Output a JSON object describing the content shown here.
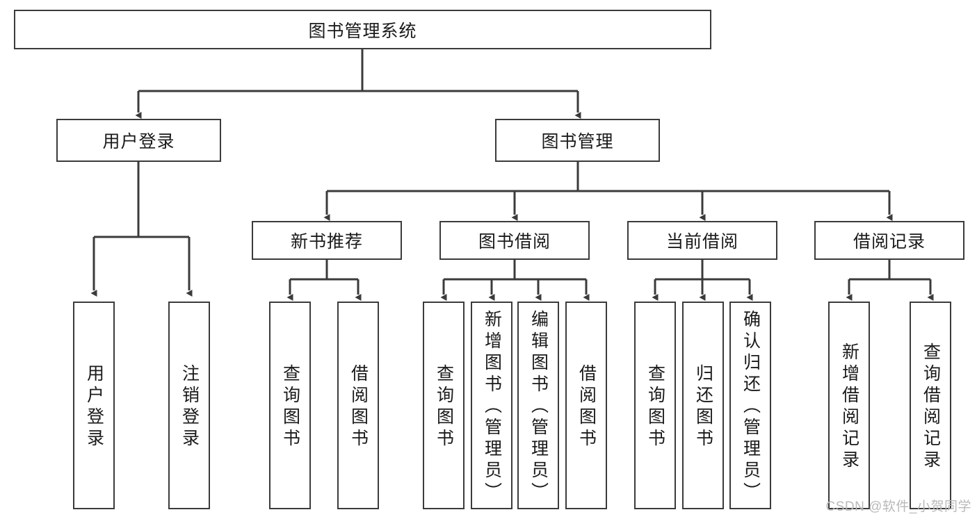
{
  "diagram": {
    "title_node": {
      "label": "图书管理系统"
    },
    "level2": [
      {
        "id": "user-login",
        "label": "用户登录"
      },
      {
        "id": "book-management",
        "label": "图书管理"
      }
    ],
    "level3": [
      {
        "id": "new-book-recommend",
        "label": "新书推荐"
      },
      {
        "id": "book-borrow",
        "label": "图书借阅"
      },
      {
        "id": "current-borrow",
        "label": "当前借阅"
      },
      {
        "id": "borrow-record",
        "label": "借阅记录"
      }
    ],
    "leaves": {
      "user_login": [
        {
          "id": "leaf-user-login",
          "label": "用户登录"
        },
        {
          "id": "leaf-logout",
          "label": "注销登录"
        }
      ],
      "new_book_recommend": [
        {
          "id": "leaf-query-book-1",
          "label": "查询图书"
        },
        {
          "id": "leaf-borrow-book-1",
          "label": "借阅图书"
        }
      ],
      "book_borrow": [
        {
          "id": "leaf-query-book-2",
          "label": "查询图书"
        },
        {
          "id": "leaf-add-book",
          "label": "新增图书（管理员）"
        },
        {
          "id": "leaf-edit-book",
          "label": "编辑图书（管理员）"
        },
        {
          "id": "leaf-borrow-book-2",
          "label": "借阅图书"
        }
      ],
      "current_borrow": [
        {
          "id": "leaf-query-book-3",
          "label": "查询图书"
        },
        {
          "id": "leaf-return-book",
          "label": "归还图书"
        },
        {
          "id": "leaf-confirm-return",
          "label": "确认归还（管理员）"
        }
      ],
      "borrow_record": [
        {
          "id": "leaf-add-record",
          "label": "新增借阅记录"
        },
        {
          "id": "leaf-query-record",
          "label": "查询借阅记录"
        }
      ]
    },
    "colors": {
      "stroke": "#3b3b3b",
      "fill": "#ffffff",
      "text": "#1a1a1a",
      "watermark": "#b9b9b9"
    }
  },
  "watermark": {
    "text": "CSDN @软件_小贺同学"
  }
}
